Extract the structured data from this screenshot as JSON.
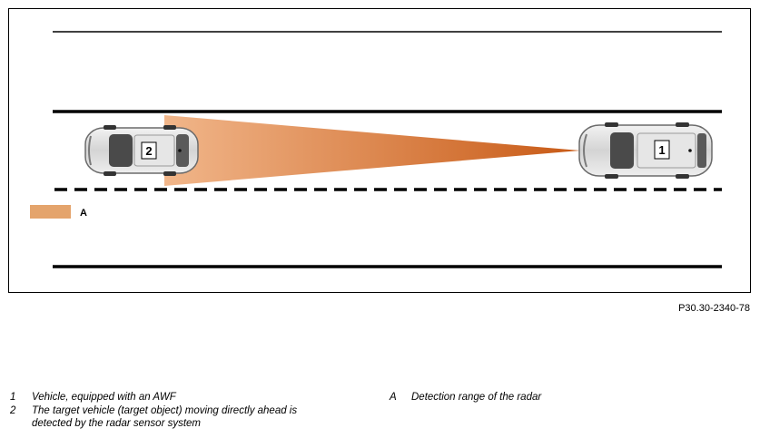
{
  "diagram": {
    "vehicle_awf_marker": "1",
    "target_vehicle_marker": "2",
    "swatch_label": "A",
    "colors": {
      "beam_start": "#f1b68a",
      "beam_end": "#c85a16",
      "swatch": "#e4a46c",
      "road_line": "#000000",
      "car_body": "#d9d9d9"
    }
  },
  "figure_code": "P30.30-2340-78",
  "legend": {
    "item_1": {
      "key": "1",
      "text": "Vehicle, equipped with an AWF"
    },
    "item_2": {
      "key": "2",
      "text": "The target vehicle (target object) moving directly ahead is detected by the radar sensor system"
    },
    "item_a": {
      "key": "A",
      "text": "Detection range of the radar"
    }
  }
}
